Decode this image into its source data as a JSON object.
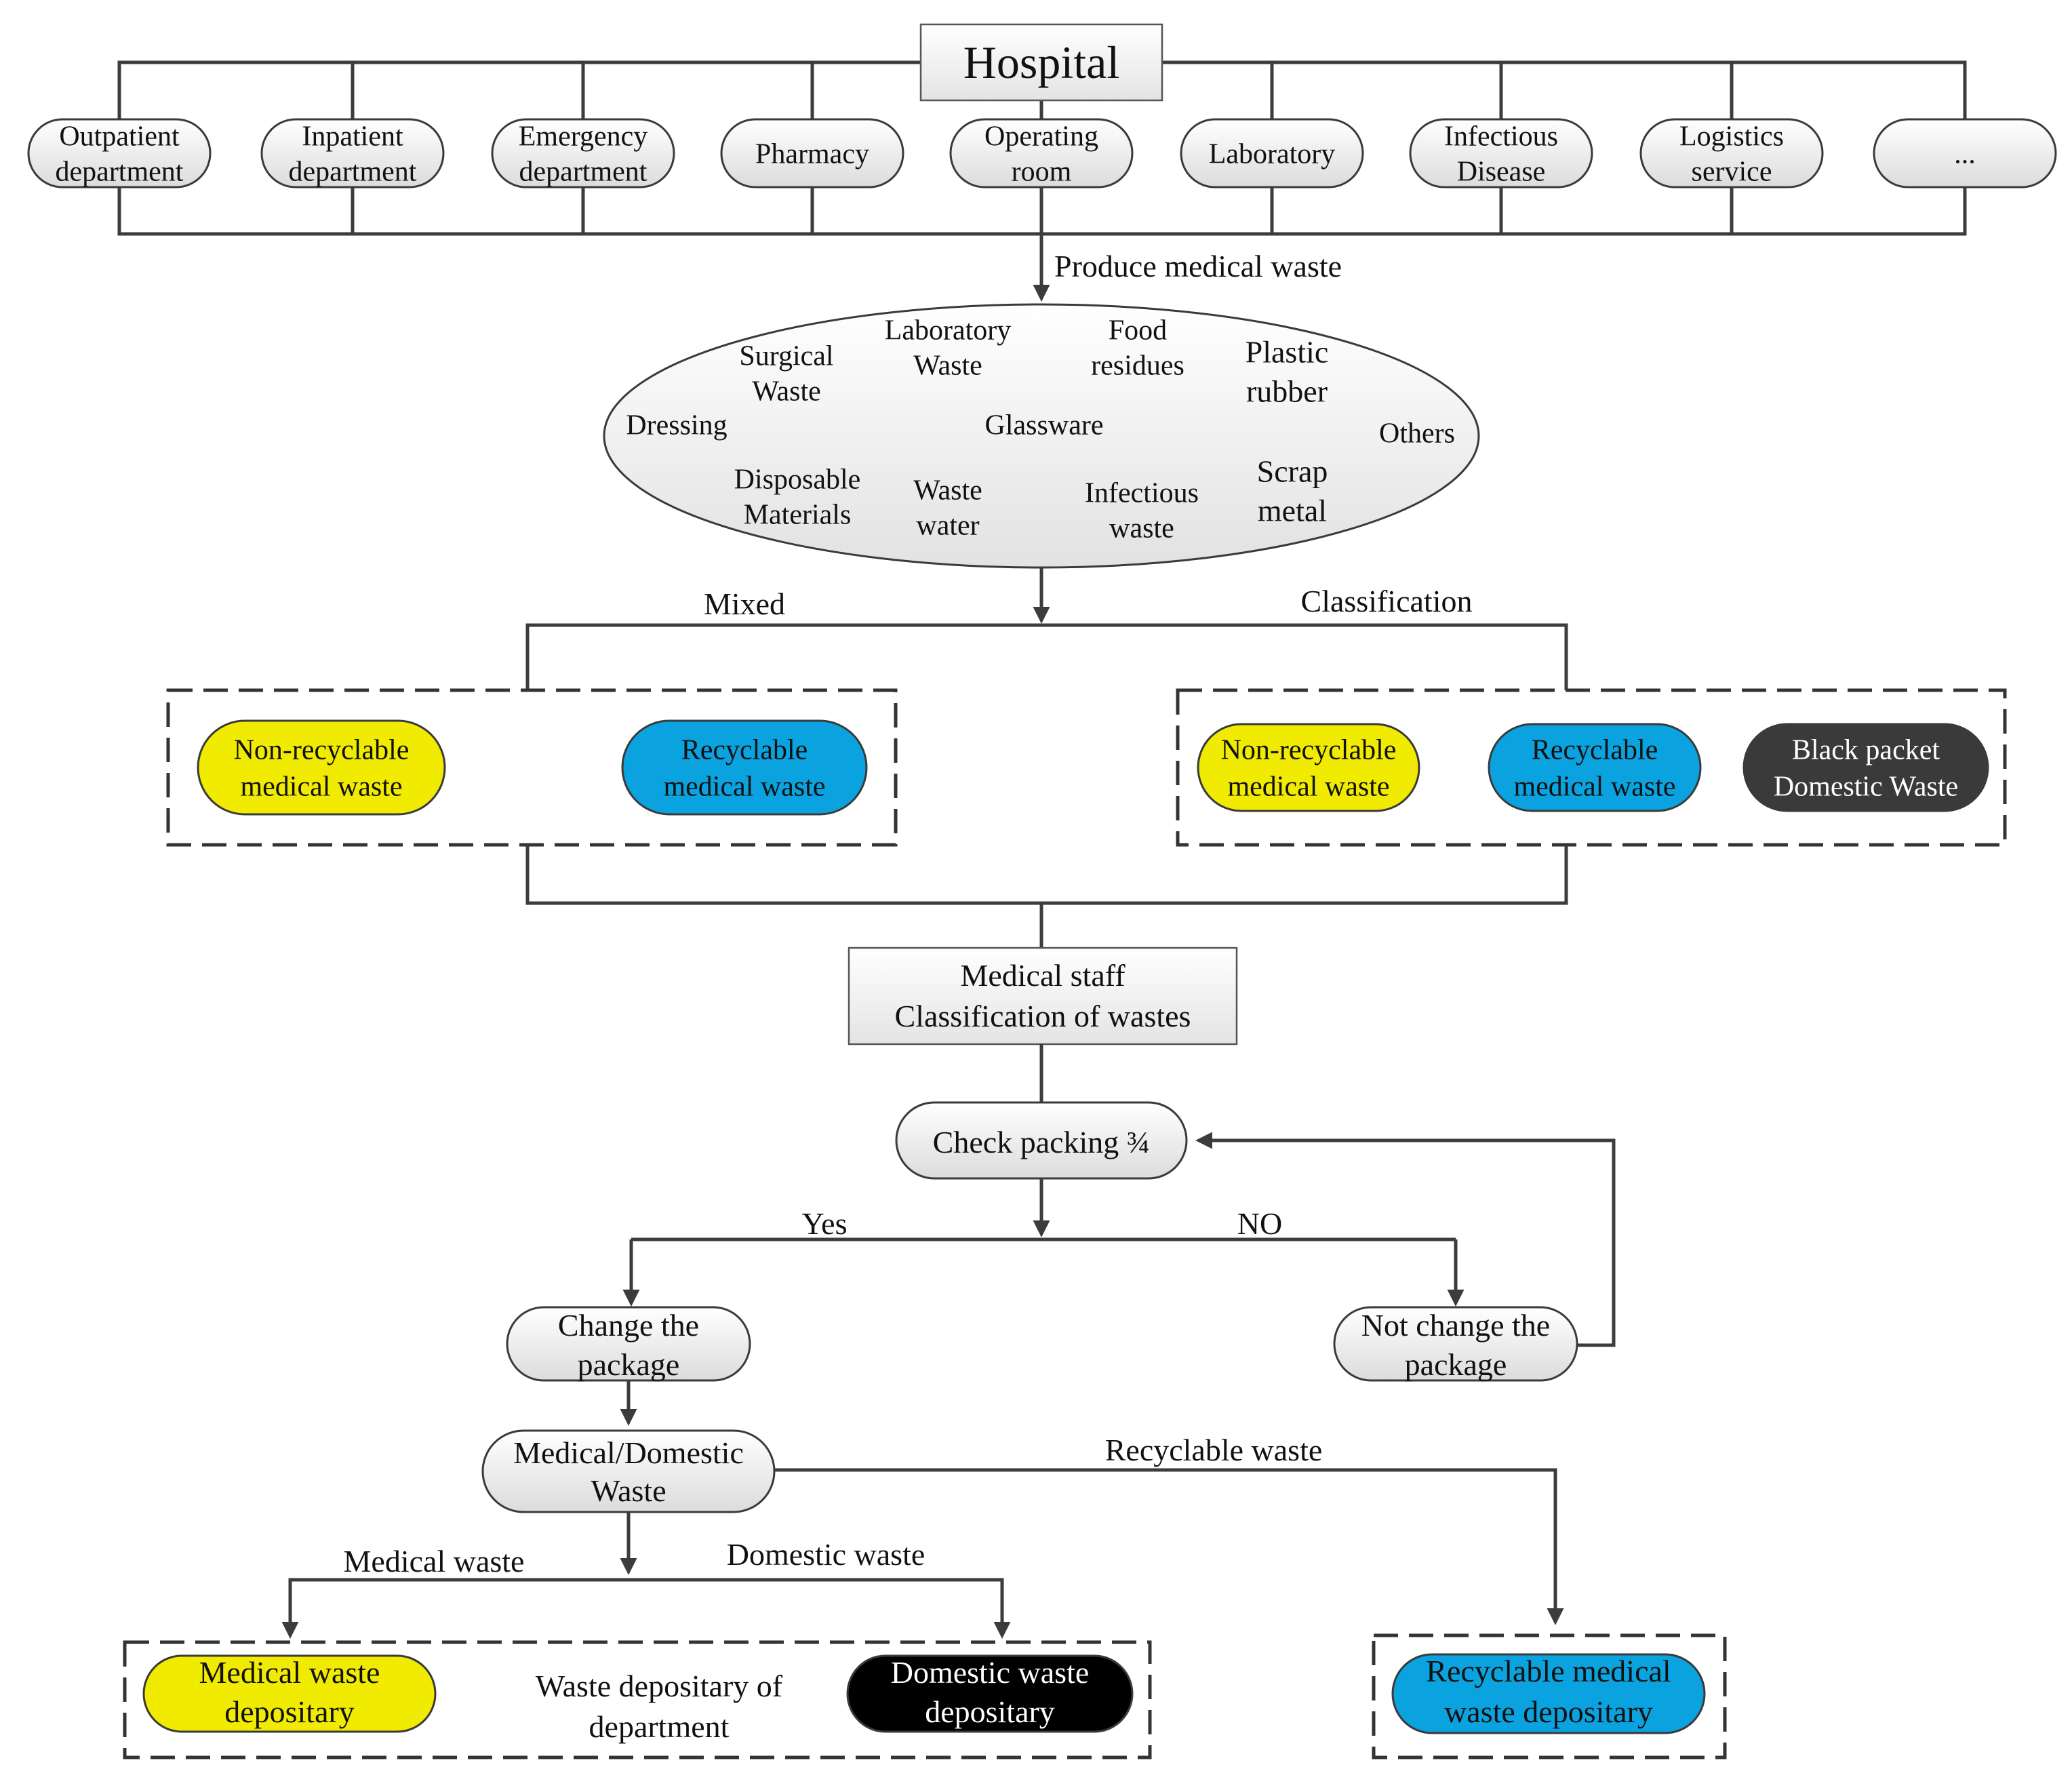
{
  "colors": {
    "yellow": "#f0eb00",
    "blue": "#0aa2df",
    "dark_grey": "#3a3a3a",
    "black": "#000000",
    "line": "#3c3c3c"
  },
  "hospital": {
    "title": "Hospital",
    "departments": [
      [
        "Outpatient",
        "department"
      ],
      [
        "Inpatient",
        "department"
      ],
      [
        "Emergency",
        "department"
      ],
      [
        "Pharmacy"
      ],
      [
        "Operating",
        "room"
      ],
      [
        "Laboratory"
      ],
      [
        "Infectious",
        "Disease"
      ],
      [
        "Logistics",
        "service"
      ],
      [
        "..."
      ]
    ]
  },
  "produce_label": "Produce medical waste",
  "waste_types": [
    [
      "Surgical",
      "Waste"
    ],
    [
      "Laboratory",
      "Waste"
    ],
    [
      "Food",
      "residues"
    ],
    [
      "Plastic",
      "rubber"
    ],
    [
      "Dressing"
    ],
    [
      "Glassware"
    ],
    [
      "Others"
    ],
    [
      "Disposable",
      "Materials"
    ],
    [
      "Waste",
      "water"
    ],
    [
      "Infectious",
      "waste"
    ],
    [
      "Scrap",
      "metal"
    ]
  ],
  "branches": {
    "mixed": "Mixed",
    "classification": "Classification"
  },
  "mixed_group": [
    [
      "Non-recyclable",
      "medical waste"
    ],
    [
      "Recyclable",
      "medical waste"
    ]
  ],
  "class_group": [
    [
      "Non-recyclable",
      "medical waste"
    ],
    [
      "Recyclable",
      "medical waste"
    ],
    [
      "Black packet",
      "Domestic Waste"
    ]
  ],
  "staff_box": [
    "Medical staff",
    "Classification of wastes"
  ],
  "check_packing": "Check packing ¾",
  "decision": {
    "yes": "Yes",
    "no": "NO"
  },
  "change_package": [
    "Change the",
    "package"
  ],
  "not_change_package": [
    "Not change the",
    "package"
  ],
  "med_dom_waste": [
    "Medical/Domestic",
    "Waste"
  ],
  "recyclable_waste_label": "Recyclable waste",
  "medical_waste_label": "Medical waste",
  "domestic_waste_label": "Domestic waste",
  "depositary": {
    "medical": [
      "Medical waste",
      "depositary"
    ],
    "department": [
      "Waste depositary of",
      "department"
    ],
    "domestic": [
      "Domestic waste",
      "depositary"
    ],
    "recyclable": [
      "Recyclable medical",
      "waste depositary"
    ]
  }
}
